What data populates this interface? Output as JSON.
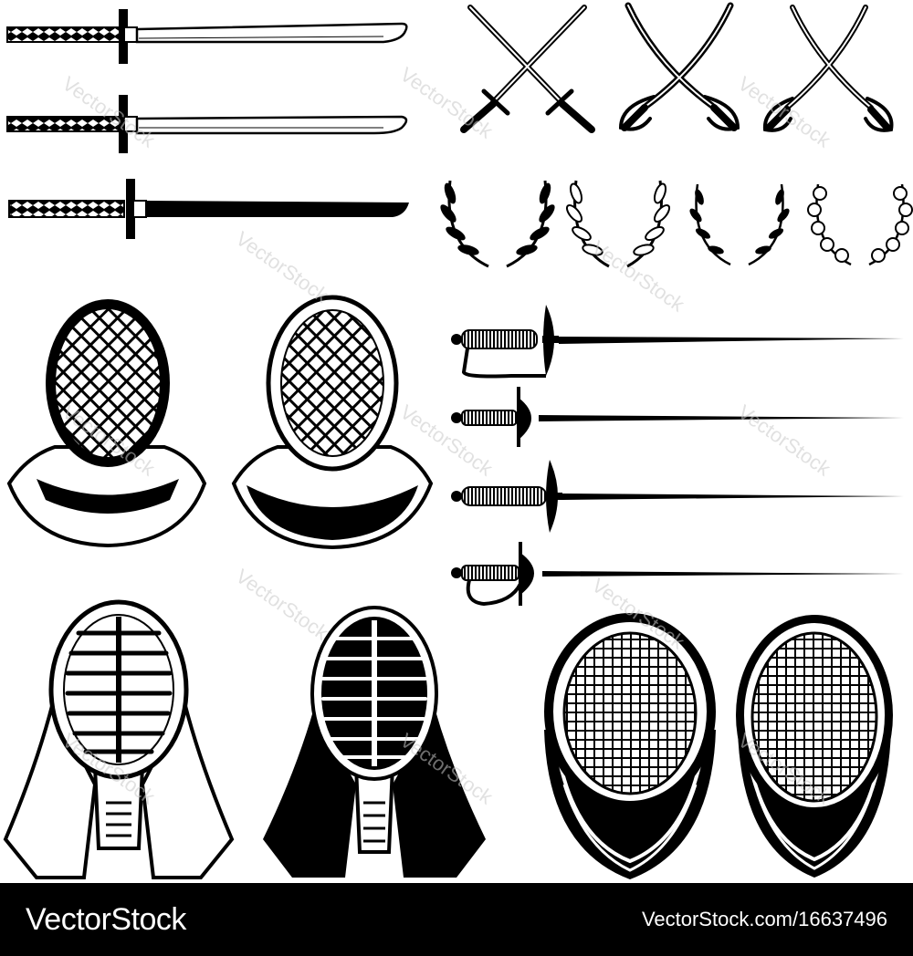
{
  "footer": {
    "brand": "VectorStock",
    "url": "VectorStock.com/16637496"
  },
  "watermark": {
    "text": "VectorStock"
  },
  "colors": {
    "ink": "#000000",
    "paper": "#ffffff",
    "watermark": "#c9c9c9"
  },
  "icons": [
    "katana-icon",
    "crossed-swords-icon",
    "laurel-wreath-icon",
    "kendo-helmet-icon",
    "fencing-sword-icon",
    "fencing-mask-icon"
  ]
}
